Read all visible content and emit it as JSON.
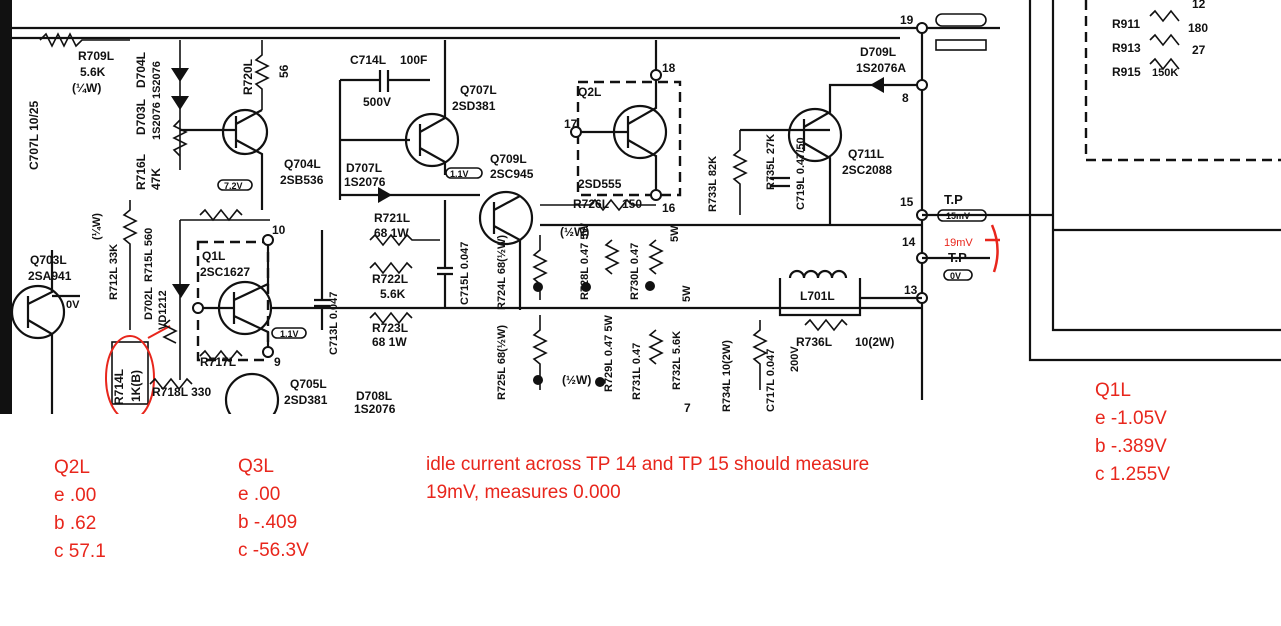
{
  "schematic": {
    "labels": {
      "r709l": "R709L",
      "r709l_val": "5.6K",
      "r709l_watt": "(¼W)",
      "r716l": "R716L",
      "r716l_val": "47K",
      "d703l": "D703L",
      "d704l": "D704L",
      "d_part": "1S2076 1S2076",
      "r720l": "R720L",
      "r720l_val": "56",
      "c714l": "C714L",
      "c714l_val": "100F",
      "c714l_v": "500V",
      "q707l": "Q707L",
      "q707l_part": "2SD381",
      "q2l": "Q2L",
      "q2l_part": "2SD555",
      "q709l": "Q709L",
      "q709l_part": "2SC945",
      "q704l": "Q704L",
      "q704l_part": "2SB536",
      "d707l": "D707L",
      "d707l_part": "1S2076",
      "r721l": "R721L",
      "r721l_val": "68 1W",
      "r722l": "R722L",
      "r722l_val": "5.6K",
      "r723l": "R723L",
      "r723l_val": "68 1W",
      "c713l": "C713L 0.047",
      "c715l": "C715L 0.047",
      "r724l": "R724L 68(½W)",
      "r725l": "R725L 68(½W)",
      "r726l": "R726L",
      "r726l_val": "150",
      "r726l_watt": "(½W)",
      "r728l": "R728L 0.47 5W",
      "r730l": "R730L 0.47",
      "r729l": "R729L 0.47 5W",
      "r731l": "R731L 0.47",
      "r732l": "R732L 5.6K",
      "r733l": "R733L 82K",
      "r735l": "R735L 27K",
      "c719l": "C719L 0.47/50",
      "q711l": "Q711L",
      "q711l_part": "2SC2088",
      "d709l": "D709L",
      "d709l_part": "1S2076A",
      "tp": "T.P",
      "tp2": "T.P",
      "l701l": "L701L",
      "r736l": "R736L",
      "r736l_val": "10(2W)",
      "r734l": "R734L 10(2W)",
      "c717l": "C717L 0.047",
      "c717l_v": "200V",
      "c707l": "C707L 10/25",
      "q703l": "Q703L",
      "q703l_part": "2SA941",
      "r712l": "R712L 33K",
      "r712l_watt": "(¼W)",
      "r715l": "R715L 560",
      "d702l": "D702L",
      "vd1212": "VD1212",
      "q1l": "Q1L",
      "q1l_part": "2SC1627",
      "r717l": "R717L",
      "r714l": "R714L",
      "r714l_val": "1K(B)",
      "r718l": "R718L 330",
      "q705l": "Q705L",
      "q705l_part": "2SD381",
      "d708l": "D708L",
      "d708l_part": "1S2076",
      "r911": "R911",
      "r913": "R913",
      "r915": "R915",
      "r915_val": "150K",
      "v1": "180",
      "v2": "27",
      "v3": "12",
      "n19": "19",
      "n18": "18",
      "n17": "17",
      "n16": "16",
      "n15": "15",
      "n14": "14",
      "n13": "13",
      "n10": "10",
      "n9": "9",
      "n8": "8",
      "n7": "7",
      "v0": "0V",
      "v72": "7.2V",
      "v15": "15mV",
      "v0b": "0V",
      "v1v": "1.1V",
      "v5w": "5W",
      "v5w2": "5W"
    },
    "annotation": "19mV"
  },
  "notes": {
    "q2l": {
      "title": "Q2L",
      "e": "e  .00",
      "b": "b  .62",
      "c": "c   57.1"
    },
    "q3l": {
      "title": "Q3L",
      "e": "e  .00",
      "b": "b  -.409",
      "c": "c  -56.3V"
    },
    "idle": {
      "line1": "idle current across TP 14 and TP 15 should measure",
      "line2": "19mV, measures 0.000"
    },
    "q1l": {
      "title": "Q1L",
      "e": "e  -1.05V",
      "b": "b  -.389V",
      "c": "c   1.255V"
    }
  },
  "colors": {
    "ink": "#111111",
    "annotation": "#e8261c",
    "background": "#ffffff"
  }
}
